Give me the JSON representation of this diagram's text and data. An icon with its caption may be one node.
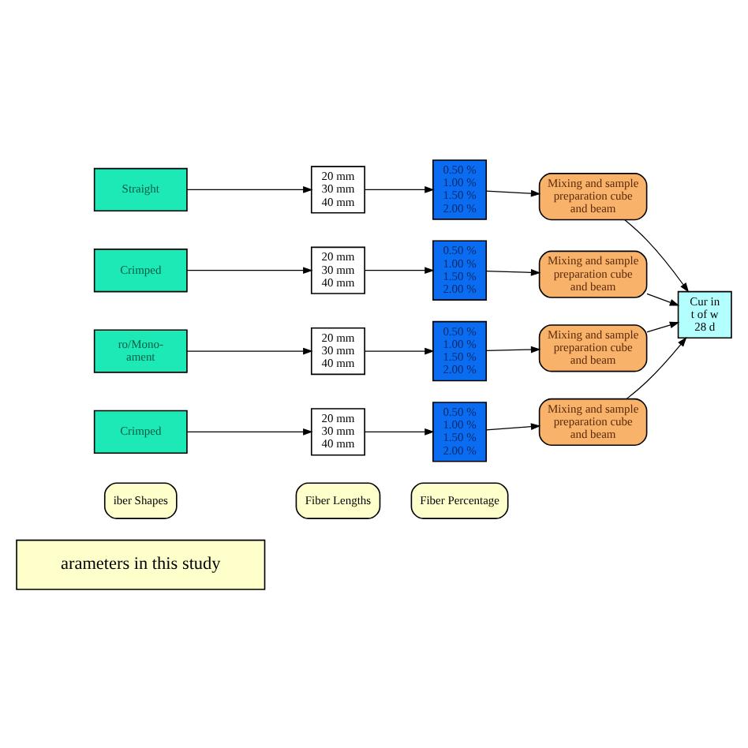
{
  "diagram": {
    "nodes": [
      {
        "text": [
          "arameters in this study"
        ]
      },
      {
        "text": [
          "iber Shapes"
        ]
      },
      {
        "text": [
          "Fiber Lengths"
        ]
      },
      {
        "text": [
          "Fiber Percentage"
        ]
      },
      {
        "text": [
          "Straight"
        ]
      },
      {
        "text": [
          "20 mm",
          "30 mm",
          "40 mm"
        ]
      },
      {
        "text": [
          "0.50 %",
          "1.00 %",
          "1.50 %",
          "2.00 %"
        ]
      },
      {
        "text": [
          "Mixing and sample preparation cube and beam"
        ]
      },
      {
        "text": [
          "Crimped"
        ]
      },
      {
        "text": [
          "20 mm",
          "30 mm",
          "40 mm"
        ]
      },
      {
        "text": [
          "0.50 %",
          "1.00 %",
          "1.50 %",
          "2.00 %"
        ]
      },
      {
        "text": [
          "Mixing and sample preparation cube and beam"
        ]
      },
      {
        "text": [
          "ro/Mono- ament"
        ]
      },
      {
        "text": [
          "20 mm",
          "30 mm",
          "40 mm"
        ]
      },
      {
        "text": [
          "0.50 %",
          "1.00 %",
          "1.50 %",
          "2.00 %"
        ]
      },
      {
        "text": [
          "Mixing and sample preparation cube and beam"
        ]
      },
      {
        "text": [
          "Crimped"
        ]
      },
      {
        "text": [
          "20 mm",
          "30 mm",
          "40 mm"
        ]
      },
      {
        "text": [
          "0.50 %",
          "1.00 %",
          "1.50 %",
          "2.00 %"
        ]
      },
      {
        "text": [
          "Mixing and sample preparation cube and beam"
        ]
      },
      {
        "text": [
          "Cur in t of w 28 d"
        ]
      }
    ],
    "edges": [
      {
        "from": 4,
        "to": 5,
        "arrow": "to"
      },
      {
        "from": 5,
        "to": 6,
        "arrow": "to"
      },
      {
        "from": 6,
        "to": 7,
        "arrow": "to"
      },
      {
        "from": 8,
        "to": 9,
        "arrow": "to"
      },
      {
        "from": 9,
        "to": 10,
        "arrow": "to"
      },
      {
        "from": 10,
        "to": 11,
        "arrow": "to"
      },
      {
        "from": 12,
        "to": 13,
        "arrow": "to"
      },
      {
        "from": 13,
        "to": 14,
        "arrow": "to"
      },
      {
        "from": 14,
        "to": 15,
        "arrow": "to"
      },
      {
        "from": 16,
        "to": 17,
        "arrow": "to"
      },
      {
        "from": 17,
        "to": 18,
        "arrow": "to"
      },
      {
        "from": 18,
        "to": 19,
        "arrow": "to"
      },
      {
        "from": 7,
        "to": 20,
        "arrow": "to"
      },
      {
        "from": 11,
        "to": 20,
        "arrow": "to"
      },
      {
        "from": 15,
        "to": 20,
        "arrow": "to"
      },
      {
        "from": 19,
        "to": 20,
        "arrow": "to"
      }
    ]
  }
}
